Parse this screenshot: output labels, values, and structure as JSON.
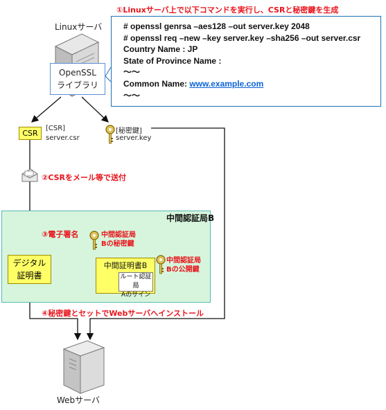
{
  "step1_title": "①Linuxサーバ上で以下コマンドを実行し、CSRと秘密鍵を生成",
  "linux_server_label": "Linuxサーバ",
  "openssl_label_line1": "OpenSSL",
  "openssl_label_line2": "ライブラリ",
  "commands": {
    "line1": "# openssl genrsa –aes128 –out server.key 2048",
    "line2": "# openssl req –new –key server.key –sha256 –out server.csr",
    "line3": "Country Name : JP",
    "line4": "State of Province Name :",
    "line5": "～～",
    "line6_label": "Common Name: ",
    "line6_link": "www.example.com",
    "line7": "～～"
  },
  "csr_box": "CSR",
  "csr_caption": "[CSR]",
  "csr_file": "server.csr",
  "key_caption": "[秘密鍵]",
  "key_file": "server.key",
  "step2_label": "②CSRをメール等で送付",
  "ca_title": "中間認証局B",
  "step3_label": "③電子署名",
  "ca_private_key_line1": "中間認証局",
  "ca_private_key_line2": "Bの秘密鍵",
  "digital_cert_line1": "デジタル",
  "digital_cert_line2": "証明書",
  "intermediate_cert_label": "中間証明書B",
  "root_sign_line1": "ルート認証局",
  "root_sign_line2": "Aのサイン",
  "ca_public_key_line1": "中間認証局",
  "ca_public_key_line2": "Bの公開鍵",
  "step4_label": "④秘密鍵とセットでWebサーバへインストール",
  "web_server_label": "Webサーバ",
  "colors": {
    "accent_red": "#e8141c",
    "box_blue": "#1f6fb8",
    "ca_green": "#d6f5dc",
    "cert_yellow": "#ffff66",
    "link_blue": "#0b62d6"
  }
}
